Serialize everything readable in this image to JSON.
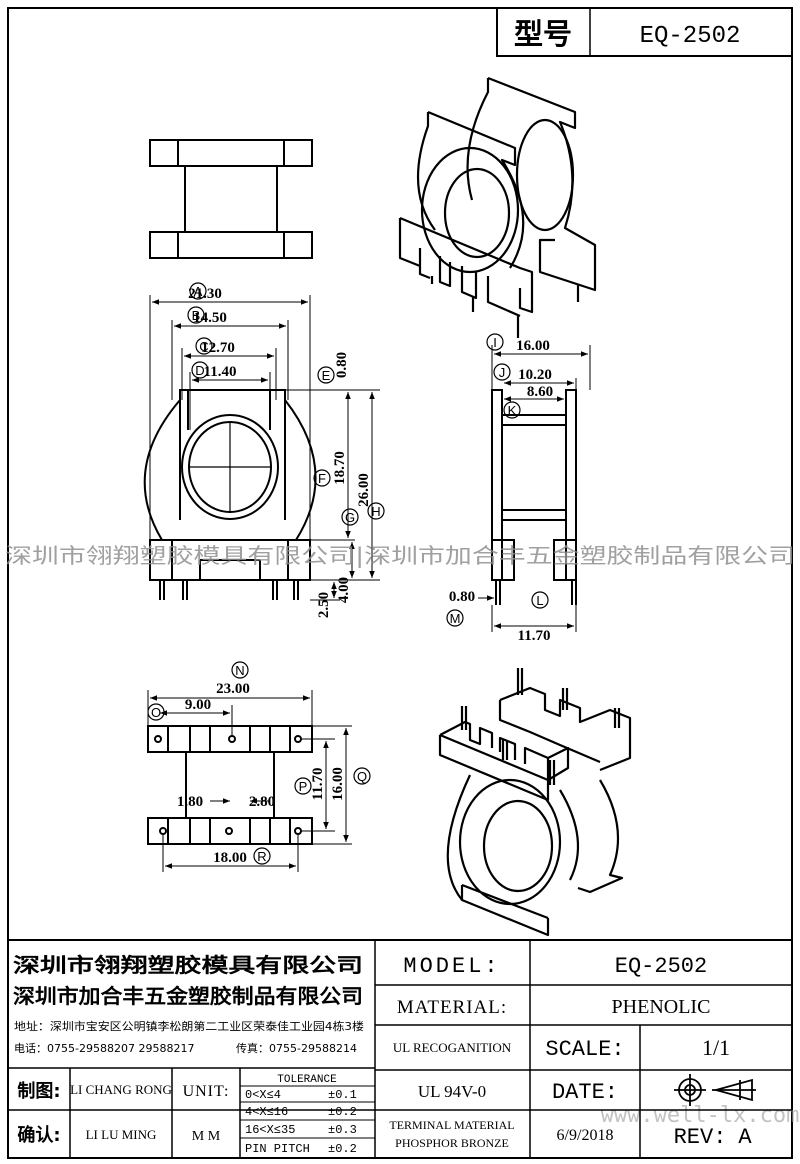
{
  "header": {
    "model_label": "型号",
    "model_value": "EQ-2502"
  },
  "watermark": {
    "text": "深圳市翎翔塑胶模具有限公司|深圳市加合丰五金塑胶制品有限公司",
    "site": "www.well-lx.com"
  },
  "front_view": {
    "dims": {
      "A": "21.30",
      "B": "14.50",
      "C": "12.70",
      "D": "11.40",
      "E": "0.80",
      "F": "18.70",
      "H": "26.00",
      "pin_len": "2.50",
      "pin_h": "4.00"
    },
    "letters": [
      "A",
      "B",
      "C",
      "D",
      "E",
      "F",
      "G",
      "H"
    ]
  },
  "side_view": {
    "dims": {
      "I": "16.00",
      "J": "10.20",
      "K": "8.60",
      "M": "0.80",
      "L": "11.70"
    },
    "letters": [
      "I",
      "J",
      "K",
      "L",
      "M"
    ]
  },
  "bottom_view": {
    "dims": {
      "N": "23.00",
      "O": "9.00",
      "P": "11.70",
      "Q": "16.00",
      "R": "18.00",
      "pitch1": "1.80",
      "pitch2": "2.80"
    },
    "letters": [
      "N",
      "O",
      "P",
      "Q",
      "R"
    ]
  },
  "title_block": {
    "company1": "深圳市翎翔塑胶模具有限公司",
    "company2": "深圳市加合丰五金塑胶制品有限公司",
    "address": "地址：深圳市宝安区公明镇李松朗第二工业区荣泰佳工业园4栋3楼",
    "phone": "电话：0755-29588207 29588217",
    "fax": "传真：0755-29588214",
    "drawn_label": "制图:",
    "drawn_name": "LI CHANG RONG",
    "check_label": "确认:",
    "check_name": "LI LU MING",
    "unit_label": "UNIT:",
    "unit_value": "M M",
    "tol_title": "TOLERANCE",
    "tol_rows": [
      {
        "range": "0<X≤4",
        "value": "±0.1"
      },
      {
        "range": "4<X≤16",
        "value": "±0.2"
      },
      {
        "range": "16<X≤35",
        "value": "±0.3"
      },
      {
        "range": "PIN PITCH",
        "value": "±0.2"
      }
    ],
    "model_label": "MODEL:",
    "model_value": "EQ-2502",
    "material_label": "MATERIAL:",
    "material_value": "PHENOLIC",
    "ul_label": "UL RECOGANITION",
    "ul_value": "UL 94V-0",
    "scale_label": "SCALE:",
    "scale_value": "1/1",
    "date_label": "DATE:",
    "date_value": "6/9/2018",
    "terminal_line1": "TERMINAL MATERIAL",
    "terminal_line2": "PHOSPHOR  BRONZE",
    "rev_label": "REV:",
    "rev_value": "A"
  }
}
